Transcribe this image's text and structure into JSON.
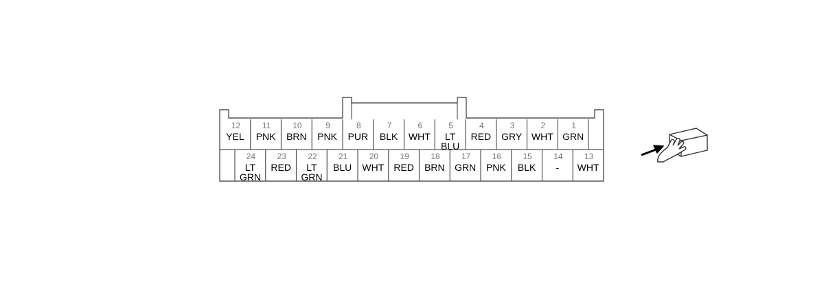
{
  "connector": {
    "top_row": [
      {
        "pin": "12",
        "color": [
          "YEL"
        ]
      },
      {
        "pin": "11",
        "color": [
          "PNK"
        ]
      },
      {
        "pin": "10",
        "color": [
          "BRN"
        ]
      },
      {
        "pin": "9",
        "color": [
          "PNK"
        ]
      },
      {
        "pin": "8",
        "color": [
          "PUR"
        ]
      },
      {
        "pin": "7",
        "color": [
          "BLK"
        ]
      },
      {
        "pin": "6",
        "color": [
          "WHT"
        ]
      },
      {
        "pin": "5",
        "color": [
          "LT",
          "BLU"
        ]
      },
      {
        "pin": "4",
        "color": [
          "RED"
        ]
      },
      {
        "pin": "3",
        "color": [
          "GRY"
        ]
      },
      {
        "pin": "2",
        "color": [
          "WHT"
        ]
      },
      {
        "pin": "1",
        "color": [
          "GRN"
        ]
      }
    ],
    "bottom_row": [
      {
        "pin": "24",
        "color": [
          "LT",
          "GRN"
        ]
      },
      {
        "pin": "23",
        "color": [
          "RED"
        ]
      },
      {
        "pin": "22",
        "color": [
          "LT",
          "GRN"
        ]
      },
      {
        "pin": "21",
        "color": [
          "BLU"
        ]
      },
      {
        "pin": "20",
        "color": [
          "WHT"
        ]
      },
      {
        "pin": "19",
        "color": [
          "RED"
        ]
      },
      {
        "pin": "18",
        "color": [
          "BRN"
        ]
      },
      {
        "pin": "17",
        "color": [
          "GRN"
        ]
      },
      {
        "pin": "16",
        "color": [
          "PNK"
        ]
      },
      {
        "pin": "15",
        "color": [
          "BLK"
        ]
      },
      {
        "pin": "14",
        "color": [
          "-"
        ]
      },
      {
        "pin": "13",
        "color": [
          "WHT"
        ]
      }
    ]
  },
  "icons": {
    "view_indicator": "hand-pointing-connector-icon"
  }
}
